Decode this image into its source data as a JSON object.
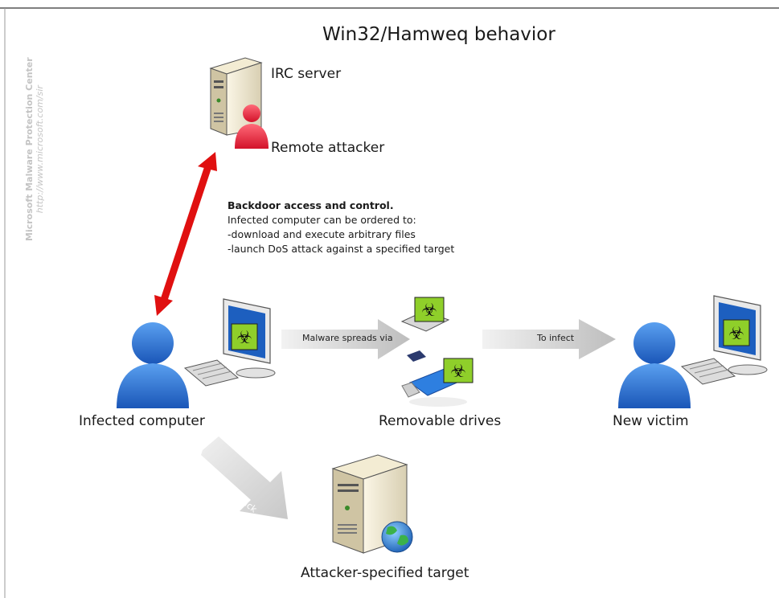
{
  "title": "Win32/Hamweq behavior",
  "watermark": {
    "org": "Microsoft Malware Protection Center",
    "url": "http://www.microsoft.com/sir"
  },
  "nodes": {
    "irc_server": "IRC server",
    "remote_attacker": "Remote attacker",
    "infected_computer": "Infected computer",
    "removable_drives": "Removable drives",
    "new_victim": "New victim",
    "target": "Attacker-specified target"
  },
  "backdoor": {
    "title": "Backdoor access and control.",
    "intro": "Infected computer can be ordered to:",
    "items": [
      "-download and execute arbitrary files",
      "-launch DoS attack against a specified target"
    ]
  },
  "arrows": {
    "spread": "Malware spreads via",
    "infect": "To infect",
    "flood": "Flood Attack"
  },
  "colors": {
    "person_blue": "#2b74d8",
    "attacker_red": "#e8253a",
    "control_arrow": "#e01010",
    "biohazard_green": "#8fcf2a",
    "flow_arrow": "#cfcfcf"
  },
  "icons": [
    "server-icon",
    "attacker-icon",
    "user-icon",
    "monitor-icon",
    "keyboard-icon",
    "biohazard-icon",
    "usb-drive-icon",
    "globe-icon",
    "red-double-arrow-icon"
  ]
}
